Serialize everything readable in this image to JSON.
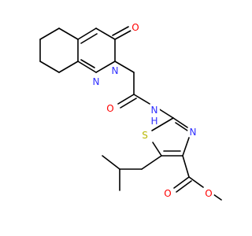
{
  "colors": {
    "bond": "#000000",
    "carbon": "#000000",
    "nitrogen": "#3030ff",
    "oxygen": "#ff0000",
    "sulfur": "#b8b800",
    "background": "#ffffff"
  },
  "atoms": [
    {
      "id": "o_ketone",
      "label": "O",
      "element": "oxygen"
    },
    {
      "id": "n_ring_2",
      "label": "N",
      "element": "nitrogen"
    },
    {
      "id": "n_ring_1",
      "label": "N",
      "element": "nitrogen"
    },
    {
      "id": "o_amide",
      "label": "O",
      "element": "oxygen"
    },
    {
      "id": "n_amide",
      "label": "N",
      "element": "nitrogen"
    },
    {
      "id": "h_amide",
      "label": "H",
      "element": "nitrogen"
    },
    {
      "id": "n_thiazole",
      "label": "N",
      "element": "nitrogen"
    },
    {
      "id": "s_thiazole",
      "label": "S",
      "element": "sulfur"
    },
    {
      "id": "o_ester_carbonyl",
      "label": "O",
      "element": "oxygen"
    },
    {
      "id": "o_ester_ether",
      "label": "O",
      "element": "oxygen"
    }
  ]
}
